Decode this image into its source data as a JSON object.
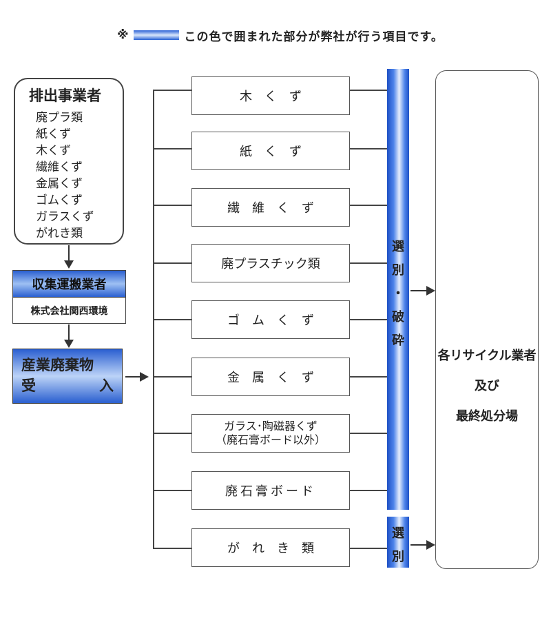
{
  "note": {
    "mark": "※",
    "text": "この色で囲まれた部分が弊社が行う項目です。"
  },
  "emitter": {
    "title": "排出事業者",
    "items": [
      "廃プラ類",
      "紙くず",
      "木くず",
      "繊維くず",
      "金属くず",
      "ゴムくず",
      "ガラスくず",
      "がれき類"
    ]
  },
  "collector": {
    "title": "収集運搬業者",
    "company": "株式会社関西環境"
  },
  "receive": {
    "line1": "産業廃棄物",
    "line2_left": "受",
    "line2_right": "入"
  },
  "categories": [
    {
      "label": "木くず"
    },
    {
      "label": "紙くず"
    },
    {
      "label": "繊維くず"
    },
    {
      "label": "廃プラスチック類"
    },
    {
      "label": "ゴムくず"
    },
    {
      "label": "金属くず"
    },
    {
      "label": "ガラス･陶磁器くず",
      "sub": "（廃石膏ボード以外）"
    },
    {
      "label": "廃石膏ボード"
    },
    {
      "label": "がれき類"
    }
  ],
  "processes": [
    {
      "chars": [
        "選",
        "別",
        "・",
        "破",
        "砕"
      ]
    },
    {
      "chars": [
        "選",
        "別"
      ]
    }
  ],
  "destination": {
    "line1": "各リサイクル業者",
    "line2": "及び",
    "line3": "最終処分場"
  },
  "colors": {
    "highlight": "#2a62d6"
  }
}
